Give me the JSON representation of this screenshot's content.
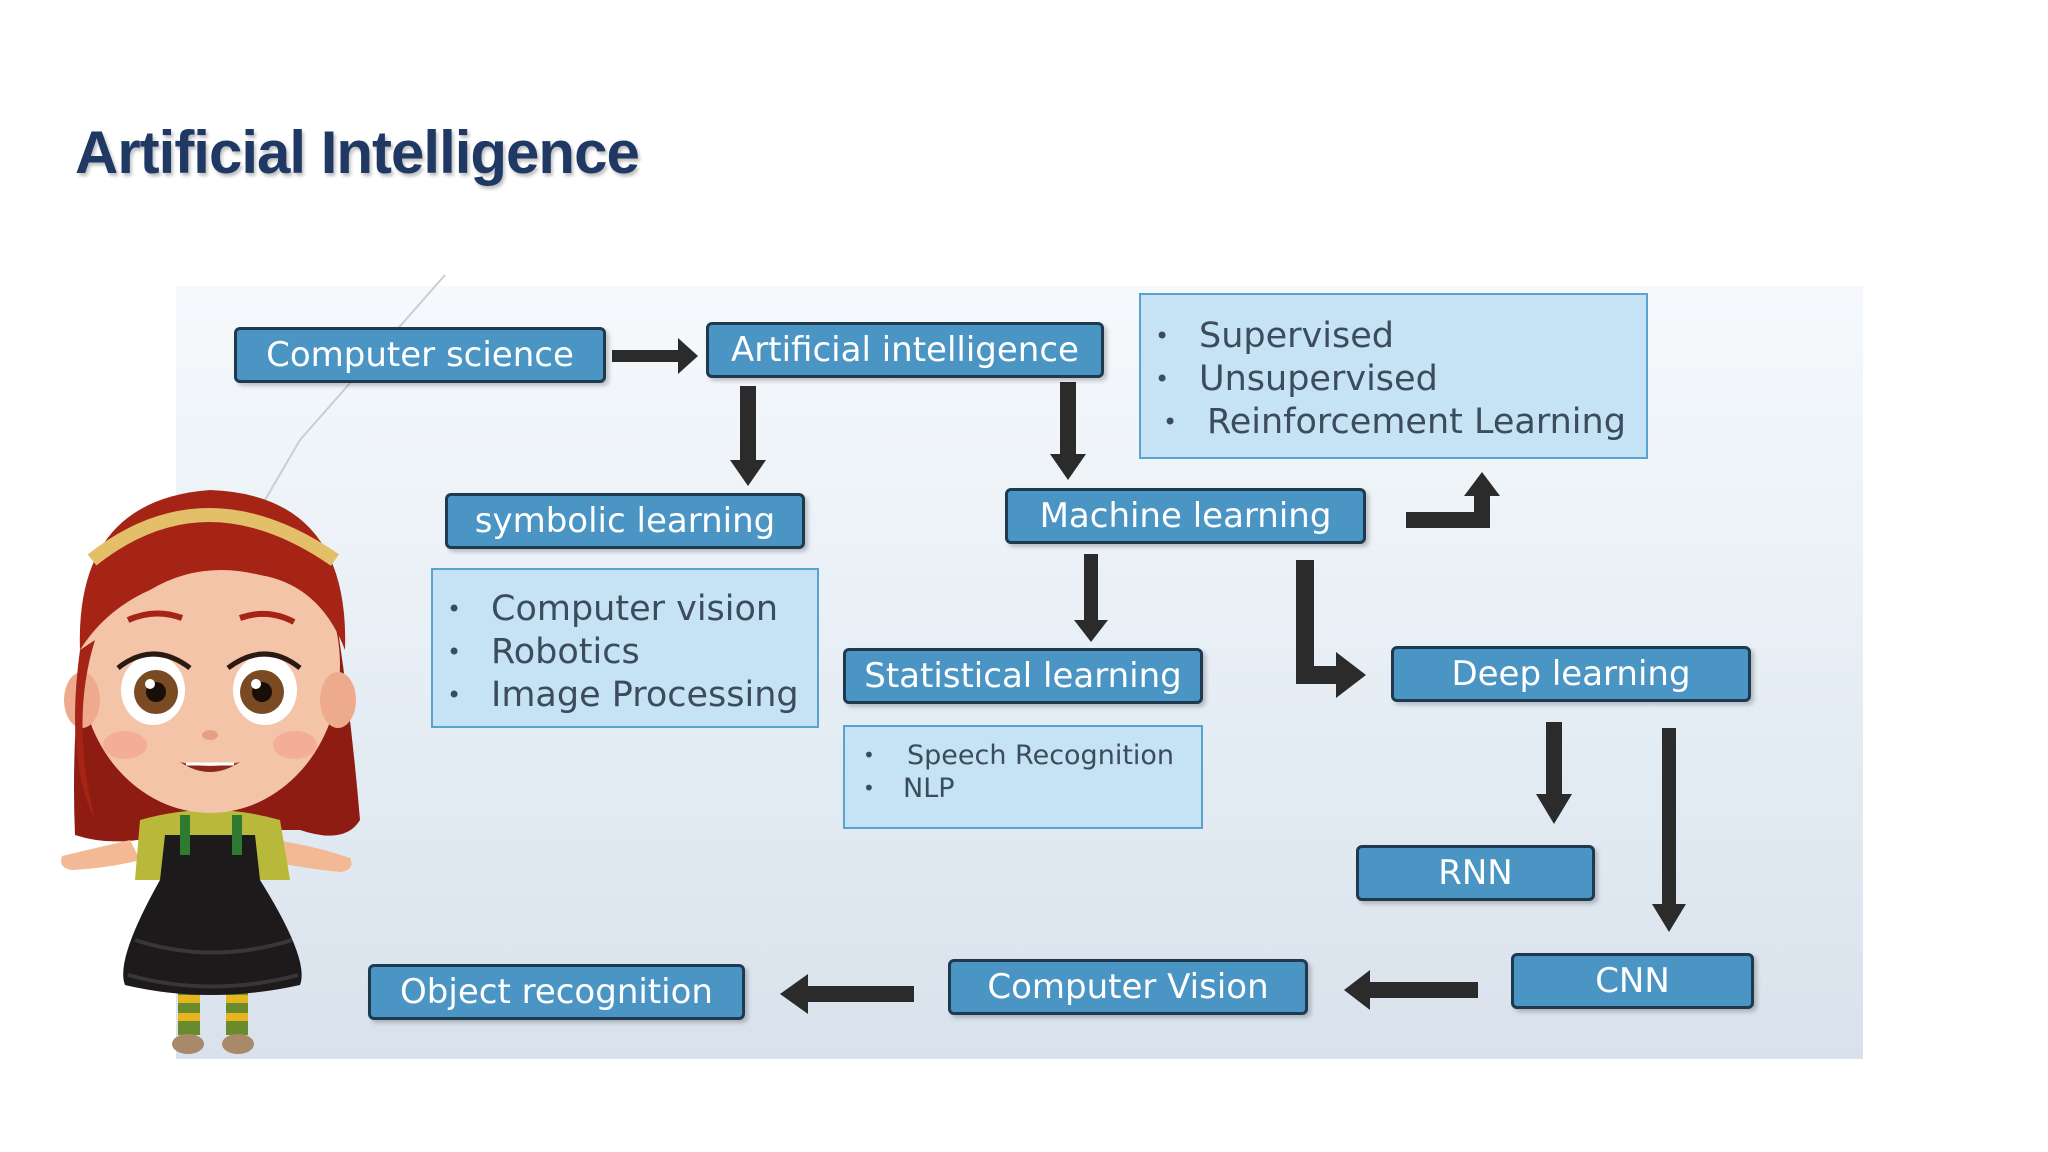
{
  "slide": {
    "title": "Artificial Intelligence"
  },
  "diagram": {
    "nodes": {
      "computer_science": "Computer science",
      "artificial_intelligence": "Artificial intelligence",
      "symbolic_learning": "symbolic learning",
      "machine_learning": "Machine learning",
      "statistical_learning": "Statistical learning",
      "deep_learning": "Deep learning",
      "rnn": "RNN",
      "cnn": "CNN",
      "computer_vision": "Computer Vision",
      "object_recognition": "Object recognition"
    },
    "lists": {
      "learning_types": [
        "Supervised",
        "Unsupervised",
        "Reinforcement Learning"
      ],
      "symbolic_applications": [
        "Computer vision",
        "Robotics",
        "Image Processing"
      ],
      "statistical_applications": [
        "Speech Recognition",
        "NLP"
      ]
    },
    "bullet_glyph": "•"
  },
  "colors": {
    "title": "#1f3864",
    "node_fill": "#4b95c4",
    "node_border": "#1f3a50",
    "list_fill": "#c5e3f4",
    "list_border": "#5aa2d0",
    "arrow": "#2b2b2b"
  },
  "character": {
    "icon": "cartoon-girl-illustration"
  }
}
